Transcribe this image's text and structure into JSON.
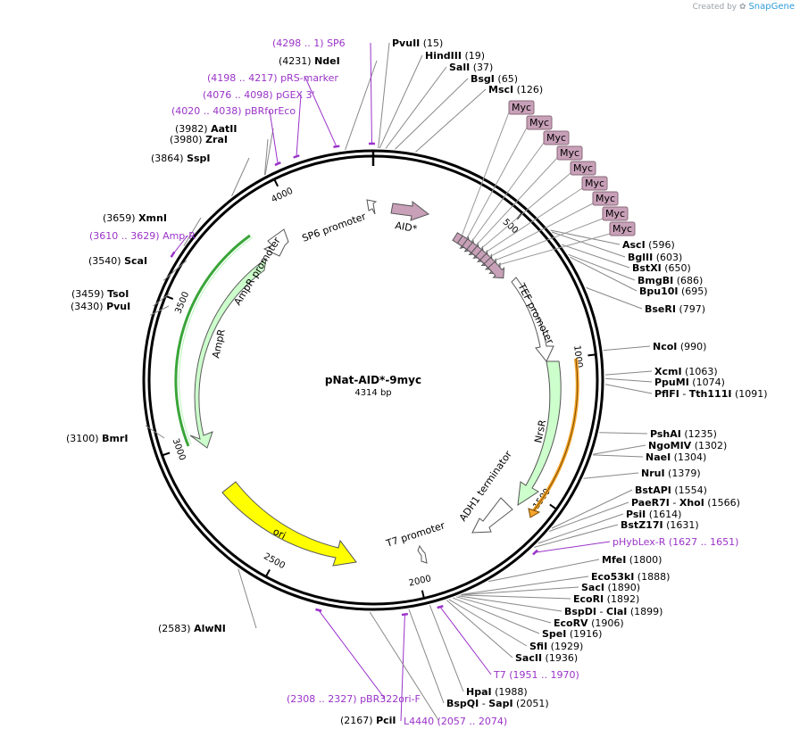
{
  "header": {
    "created_by": "Created by",
    "brand": "SnapGene"
  },
  "plasmid": {
    "name": "pNat-AID*-9myc",
    "size": "4314 bp",
    "length": 4314
  },
  "ticks": [
    {
      "pos": 500,
      "label": "500"
    },
    {
      "pos": 1000,
      "label": "1000"
    },
    {
      "pos": 1500,
      "label": "1500"
    },
    {
      "pos": 2000,
      "label": "2000"
    },
    {
      "pos": 2500,
      "label": "2500"
    },
    {
      "pos": 3000,
      "label": "3000"
    },
    {
      "pos": 3500,
      "label": "3500"
    },
    {
      "pos": 4000,
      "label": "4000"
    }
  ],
  "sites": [
    {
      "type": "site",
      "pos": 15,
      "name": "PvuII",
      "coord": "(15)"
    },
    {
      "type": "site",
      "pos": 19,
      "name": "HindIII",
      "coord": "(19)"
    },
    {
      "type": "site",
      "pos": 37,
      "name": "SalI",
      "coord": "(37)"
    },
    {
      "type": "site",
      "pos": 65,
      "name": "BsgI",
      "coord": "(65)"
    },
    {
      "type": "site",
      "pos": 126,
      "name": "MscI",
      "coord": "(126)"
    },
    {
      "type": "site",
      "pos": 596,
      "name": "AscI",
      "coord": "(596)"
    },
    {
      "type": "site",
      "pos": 603,
      "name": "BglII",
      "coord": "(603)"
    },
    {
      "type": "site",
      "pos": 650,
      "name": "BstXI",
      "coord": "(650)"
    },
    {
      "type": "site",
      "pos": 686,
      "name": "BmgBI",
      "coord": "(686)"
    },
    {
      "type": "site",
      "pos": 695,
      "name": "Bpu10I",
      "coord": "(695)"
    },
    {
      "type": "site",
      "pos": 797,
      "name": "BseRI",
      "coord": "(797)"
    },
    {
      "type": "site",
      "pos": 990,
      "name": "NcoI",
      "coord": "(990)"
    },
    {
      "type": "site",
      "pos": 1063,
      "name": "XcmI",
      "coord": "(1063)"
    },
    {
      "type": "site",
      "pos": 1074,
      "name": "PpuMI",
      "coord": "(1074)"
    },
    {
      "type": "site",
      "pos": 1091,
      "name": "PflFI",
      "name2": "Tth111I",
      "coord": "(1091)"
    },
    {
      "type": "site",
      "pos": 1235,
      "name": "PshAI",
      "coord": "(1235)"
    },
    {
      "type": "site",
      "pos": 1302,
      "name": "NgoMIV",
      "coord": "(1302)"
    },
    {
      "type": "site",
      "pos": 1304,
      "name": "NaeI",
      "coord": "(1304)"
    },
    {
      "type": "site",
      "pos": 1379,
      "name": "NruI",
      "coord": "(1379)"
    },
    {
      "type": "site",
      "pos": 1554,
      "name": "BstAPI",
      "coord": "(1554)"
    },
    {
      "type": "site",
      "pos": 1566,
      "name": "PaeR7I",
      "name2": "XhoI",
      "coord": "(1566)"
    },
    {
      "type": "site",
      "pos": 1614,
      "name": "PsiI",
      "coord": "(1614)"
    },
    {
      "type": "site",
      "pos": 1631,
      "name": "BstZ17I",
      "coord": "(1631)"
    },
    {
      "type": "primer",
      "pos": 1639,
      "name": "pHybLex-R",
      "coord": "(1627 .. 1651)"
    },
    {
      "type": "site",
      "pos": 1800,
      "name": "MfeI",
      "coord": "(1800)"
    },
    {
      "type": "site",
      "pos": 1888,
      "name": "Eco53kI",
      "coord": "(1888)"
    },
    {
      "type": "site",
      "pos": 1890,
      "name": "SacI",
      "coord": "(1890)"
    },
    {
      "type": "site",
      "pos": 1892,
      "name": "EcoRI",
      "coord": "(1892)"
    },
    {
      "type": "site",
      "pos": 1899,
      "name": "BspDI",
      "name2": "ClaI",
      "coord": "(1899)"
    },
    {
      "type": "site",
      "pos": 1906,
      "name": "EcoRV",
      "coord": "(1906)"
    },
    {
      "type": "site",
      "pos": 1916,
      "name": "SpeI",
      "coord": "(1916)"
    },
    {
      "type": "site",
      "pos": 1929,
      "name": "SfiI",
      "coord": "(1929)"
    },
    {
      "type": "site",
      "pos": 1936,
      "name": "SacII",
      "coord": "(1936)"
    },
    {
      "type": "primer",
      "pos": 1960,
      "name": "T7",
      "coord": "(1951 .. 1970)"
    },
    {
      "type": "site",
      "pos": 1988,
      "name": "HpaI",
      "coord": "(1988)"
    },
    {
      "type": "site",
      "pos": 2051,
      "name": "BspQI",
      "name2": "SapI",
      "coord": "(2051)"
    },
    {
      "type": "primer",
      "pos": 2065,
      "name": "L4440",
      "coord": "(2057 .. 2074)"
    },
    {
      "type": "site",
      "pos": 2167,
      "name": "PciI",
      "coord": "(2167)"
    },
    {
      "type": "primer",
      "pos": 2317,
      "name": "pBR322ori-F",
      "coord": "(2308 .. 2327)"
    },
    {
      "type": "site",
      "pos": 2583,
      "name": "AlwNI",
      "coord": "(2583)"
    },
    {
      "type": "site",
      "pos": 3100,
      "name": "BmrI",
      "coord": "(3100)"
    },
    {
      "type": "site",
      "pos": 3430,
      "name": "PvuI",
      "coord": "(3430)"
    },
    {
      "type": "site",
      "pos": 3459,
      "name": "TsoI",
      "coord": "(3459)"
    },
    {
      "type": "site",
      "pos": 3540,
      "name": "ScaI",
      "coord": "(3540)"
    },
    {
      "type": "primer",
      "pos": 3620,
      "name": "Amp-R",
      "coord": "(3610 .. 3629)"
    },
    {
      "type": "site",
      "pos": 3659,
      "name": "XmnI",
      "coord": "(3659)"
    },
    {
      "type": "site",
      "pos": 3864,
      "name": "SspI",
      "coord": "(3864)"
    },
    {
      "type": "site",
      "pos": 3980,
      "name": "ZraI",
      "coord": "(3980)"
    },
    {
      "type": "site",
      "pos": 3982,
      "name": "AatII",
      "coord": "(3982)"
    },
    {
      "type": "primer",
      "pos": 4029,
      "name": "pBRforEco",
      "coord": "(4020 .. 4038)"
    },
    {
      "type": "primer",
      "pos": 4087,
      "name": "pGEX 3'",
      "coord": "(4076 .. 4098)"
    },
    {
      "type": "primer",
      "pos": 4207,
      "name": "pRS-marker",
      "coord": "(4198 .. 4217)"
    },
    {
      "type": "site",
      "pos": 4231,
      "name": "NdeI",
      "coord": "(4231)"
    },
    {
      "type": "primer",
      "pos": 4310,
      "name": "SP6",
      "coord": "(4298 .. 1)"
    }
  ],
  "myc_tags": [
    "Myc",
    "Myc",
    "Myc",
    "Myc",
    "Myc",
    "Myc",
    "Myc",
    "Myc",
    "Myc"
  ],
  "features": {
    "sp6_promoter": "SP6 promoter",
    "aid": "AID*",
    "tef_promoter": "TEF promoter",
    "nrsr": "NrsR",
    "adh1_terminator": "ADH1 terminator",
    "t7_promoter": "T7 promoter",
    "ori": "ori",
    "ampr": "AmpR",
    "ampr_promoter": "AmpR promoter"
  },
  "colors": {
    "primer": "#9a33c8",
    "aid": "#c8a0b8",
    "myc": "#c8a0b8",
    "ampr": "#ccffcc",
    "nrsr": "#ccffcc",
    "ori": "#ffff00",
    "orf_orange": "#f4a52c",
    "orf_green": "#3aa53a",
    "backbone": "#000000"
  }
}
